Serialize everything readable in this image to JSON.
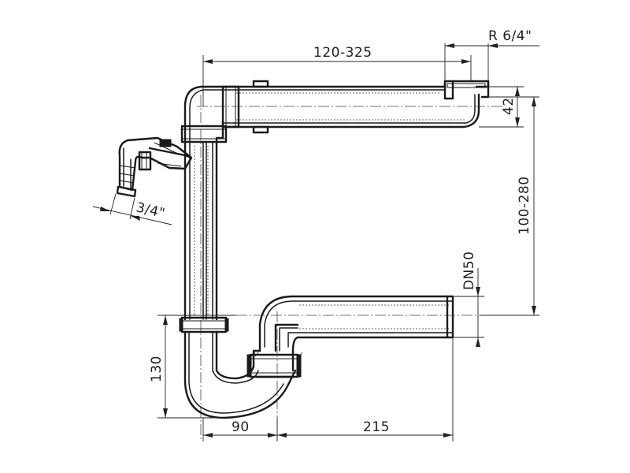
{
  "dimensions": {
    "top_width": "120-325",
    "thread_top": "R 6/4\"",
    "top_height": "42",
    "vertical_range": "100-280",
    "hose_thread": "3/4\"",
    "outlet_diameter": "DN50",
    "trap_height": "130",
    "trap_width": "90",
    "outlet_length": "215"
  },
  "colors": {
    "line": "#1a1a1a",
    "background": "#ffffff"
  }
}
